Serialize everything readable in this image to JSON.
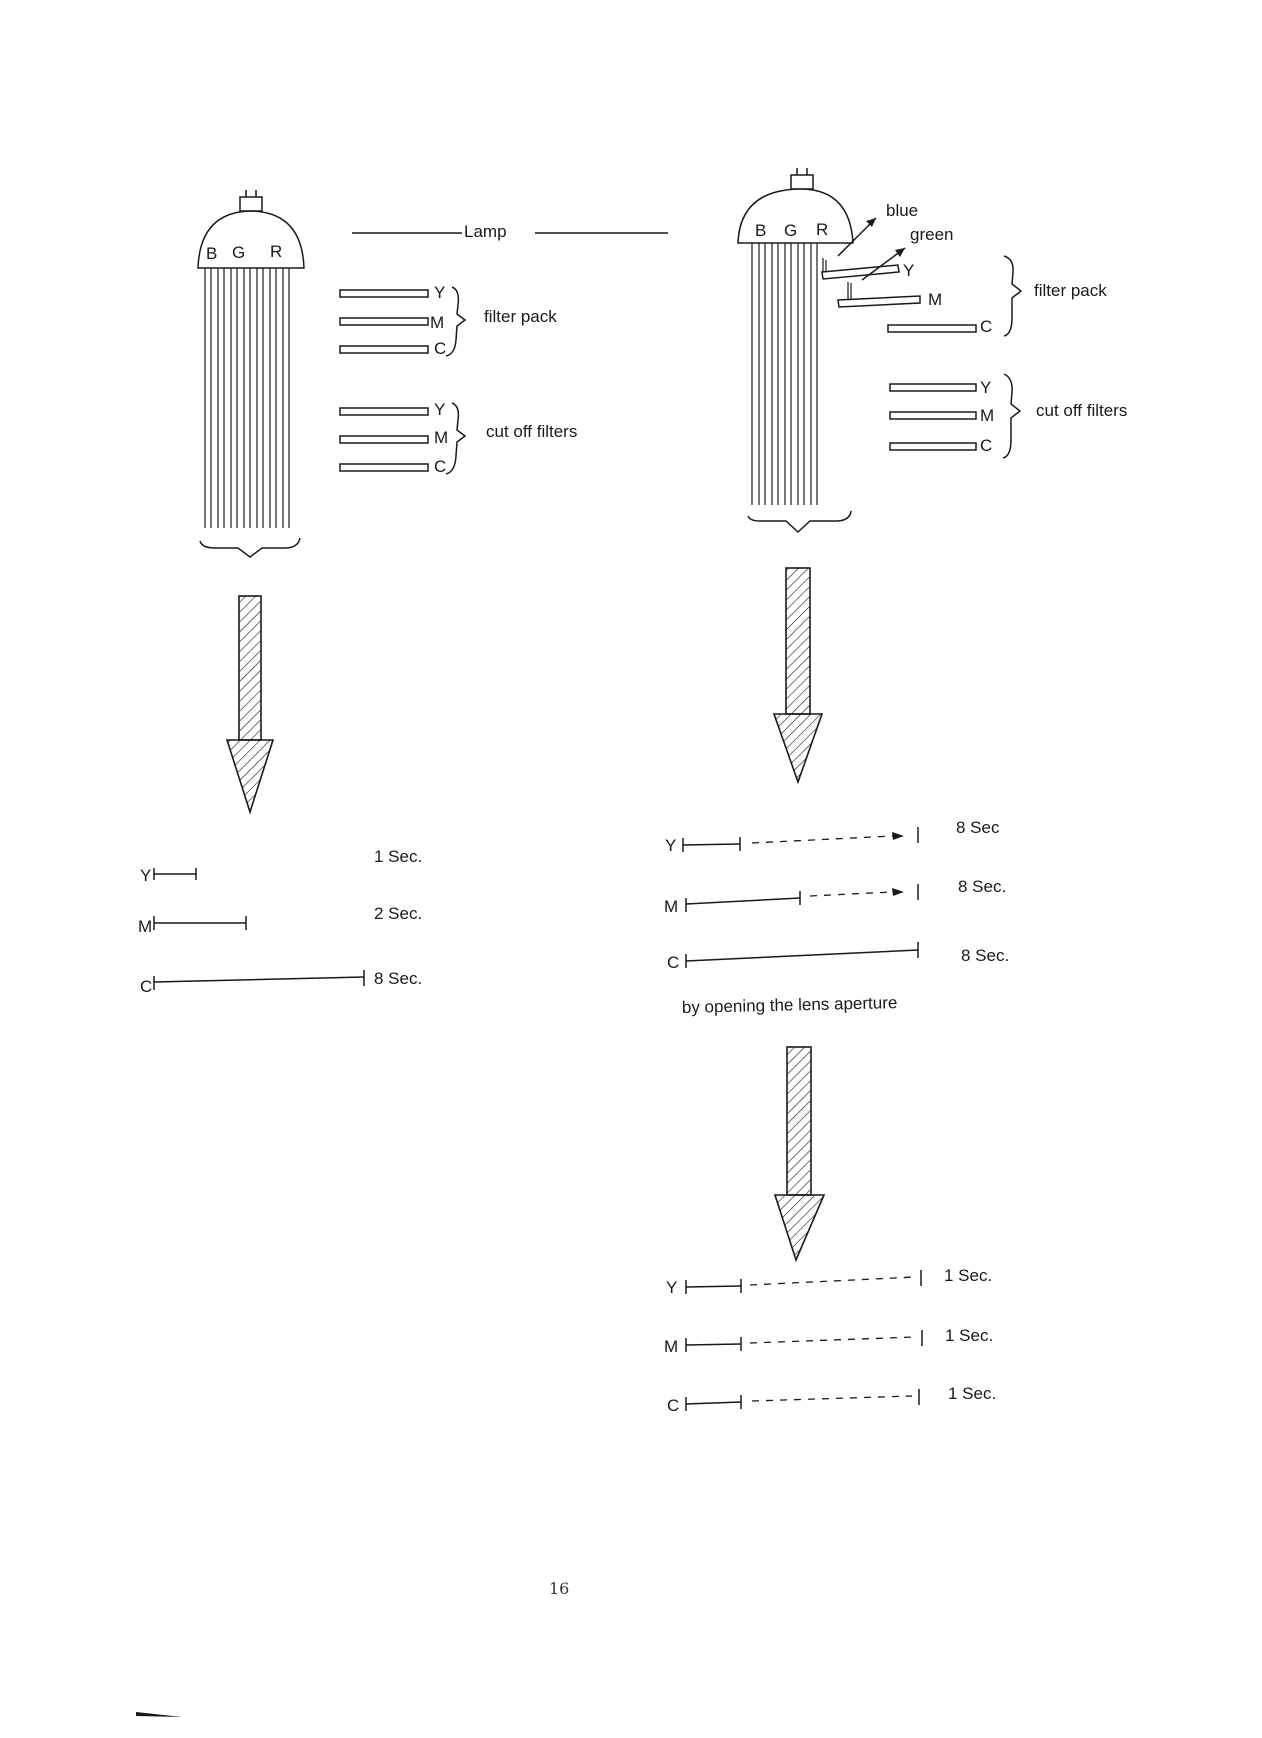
{
  "lamp_label": "Lamp",
  "dome_letters": [
    "B",
    "G",
    "R"
  ],
  "filter_letters": [
    "Y",
    "M",
    "C"
  ],
  "left_panel": {
    "filter_pack_label": "filter pack",
    "cutoff_label": "cut off filters",
    "bars": [
      {
        "letter": "Y",
        "time": "1 Sec."
      },
      {
        "letter": "M",
        "time": "2 Sec."
      },
      {
        "letter": "C",
        "time": "8 Sec."
      }
    ]
  },
  "right_panel": {
    "blue_label": "blue",
    "green_label": "green",
    "filter_pack_label": "filter pack",
    "cutoff_label": "cut off filters",
    "bars_before": [
      {
        "letter": "Y",
        "time": "8 Sec"
      },
      {
        "letter": "M",
        "time": "8 Sec."
      },
      {
        "letter": "C",
        "time": "8 Sec."
      }
    ],
    "aperture_note": "by opening the lens aperture",
    "bars_after": [
      {
        "letter": "Y",
        "time": "1 Sec."
      },
      {
        "letter": "M",
        "time": "1 Sec."
      },
      {
        "letter": "C",
        "time": "1 Sec."
      }
    ]
  },
  "page_number": "16"
}
